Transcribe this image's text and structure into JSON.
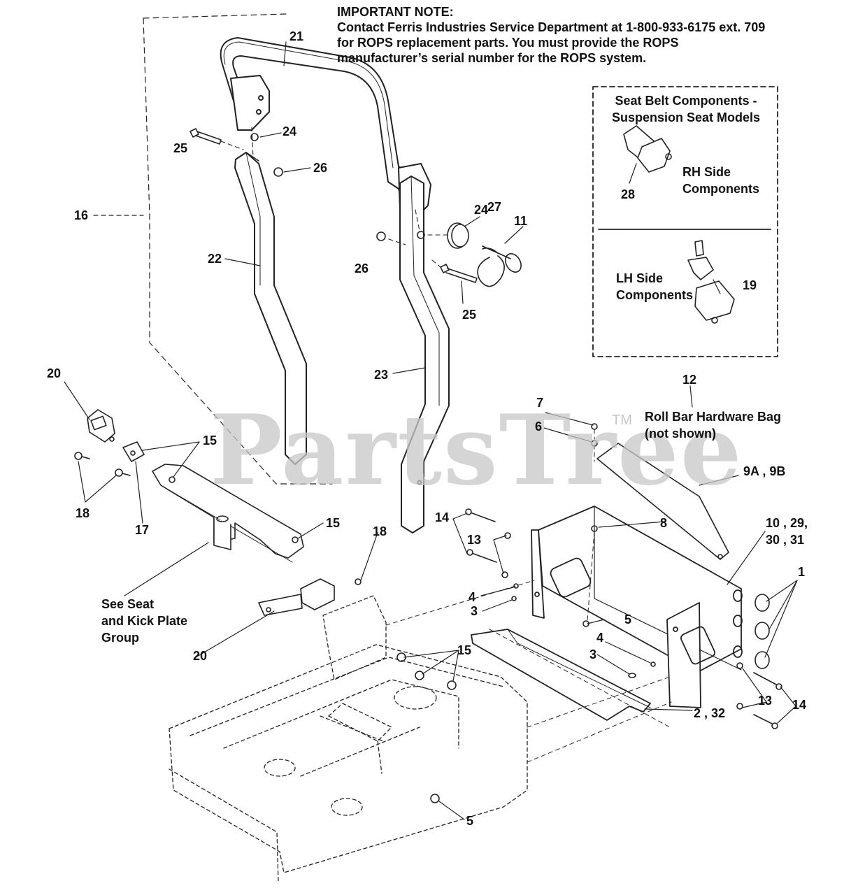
{
  "note": {
    "heading": "IMPORTANT NOTE:",
    "line1": "Contact Ferris Industries Service Department at 1-800-933-6175 ext. 709",
    "line2": "for ROPS replacement parts.  You must provide the ROPS",
    "line3": "manufacturer’s serial number for the ROPS system."
  },
  "inset": {
    "top_title_line1": "Seat Belt Components -",
    "top_title_line2": "Suspension Seat Models",
    "rh_line1": "RH Side",
    "rh_line2": "Components",
    "lh_line1": "LH Side",
    "lh_line2": "Components"
  },
  "callouts": {
    "p21": "21",
    "p24a": "24",
    "p25a": "25",
    "p26a": "26",
    "p16": "16",
    "p22": "22",
    "p24b": "24",
    "p27": "27",
    "p11": "11",
    "p26b": "26",
    "p25b": "25",
    "p23": "23",
    "p28": "28",
    "p19": "19",
    "p20a": "20",
    "p15a": "15",
    "p18a": "18",
    "p17": "17",
    "p15b": "15",
    "p20b": "20",
    "p18b": "18",
    "p12": "12",
    "p7": "7",
    "p6": "6",
    "p9": "9A , 9B",
    "p8": "8",
    "p10a": "10 , 29,",
    "p10b": "30 , 31",
    "p1": "1",
    "p14a": "14",
    "p13a": "13",
    "p4a": "4",
    "p3a": "3",
    "p5a": "5",
    "p4b": "4",
    "p3b": "3",
    "p15c": "15",
    "p13b": "13",
    "p14b": "14",
    "p2": "2 , 32",
    "p5b": "5"
  },
  "texts": {
    "hardware_line1": "Roll Bar Hardware Bag",
    "hardware_line2": "(not shown)",
    "seat_line1": "See Seat",
    "seat_line2": "and Kick Plate",
    "seat_line3": "Group"
  },
  "watermark": {
    "text": "PartsTree",
    "tm": "TM"
  }
}
